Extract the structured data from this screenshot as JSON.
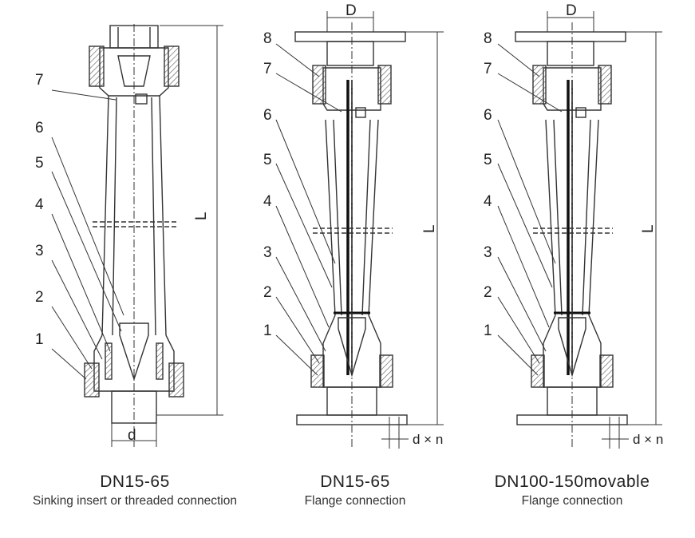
{
  "panels": [
    {
      "title": "DN15-65",
      "subtitle": "Sinking insert or threaded connection",
      "callouts": [
        "1",
        "2",
        "3",
        "4",
        "5",
        "6",
        "7"
      ],
      "dims": {
        "length": "L",
        "bottom": "d"
      }
    },
    {
      "title": "DN15-65",
      "subtitle": "Flange connection",
      "callouts": [
        "1",
        "2",
        "3",
        "4",
        "5",
        "6",
        "7",
        "8"
      ],
      "dims": {
        "length": "L",
        "top": "D",
        "bottom": "d × n"
      }
    },
    {
      "title": "DN100-150movable",
      "subtitle": "Flange connection",
      "callouts": [
        "1",
        "2",
        "3",
        "4",
        "5",
        "6",
        "7",
        "8"
      ],
      "dims": {
        "length": "L",
        "top": "D",
        "bottom": "d × n"
      }
    }
  ],
  "colors": {
    "line": "#333333",
    "hatch": "#555555"
  }
}
